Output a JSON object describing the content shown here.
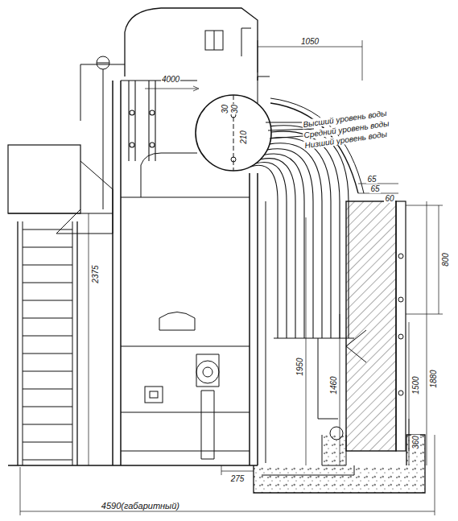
{
  "diagram": {
    "labels": [
      "1050",
      "4000",
      "Высший уровень воды",
      "Средний уровень воды",
      "Низший уровень воды",
      "30",
      "30",
      "210",
      "65",
      "65",
      "60",
      "800",
      "2375",
      "1950",
      "1460",
      "1500",
      "1880",
      "360",
      "275",
      "4590(габаритный)"
    ]
  }
}
